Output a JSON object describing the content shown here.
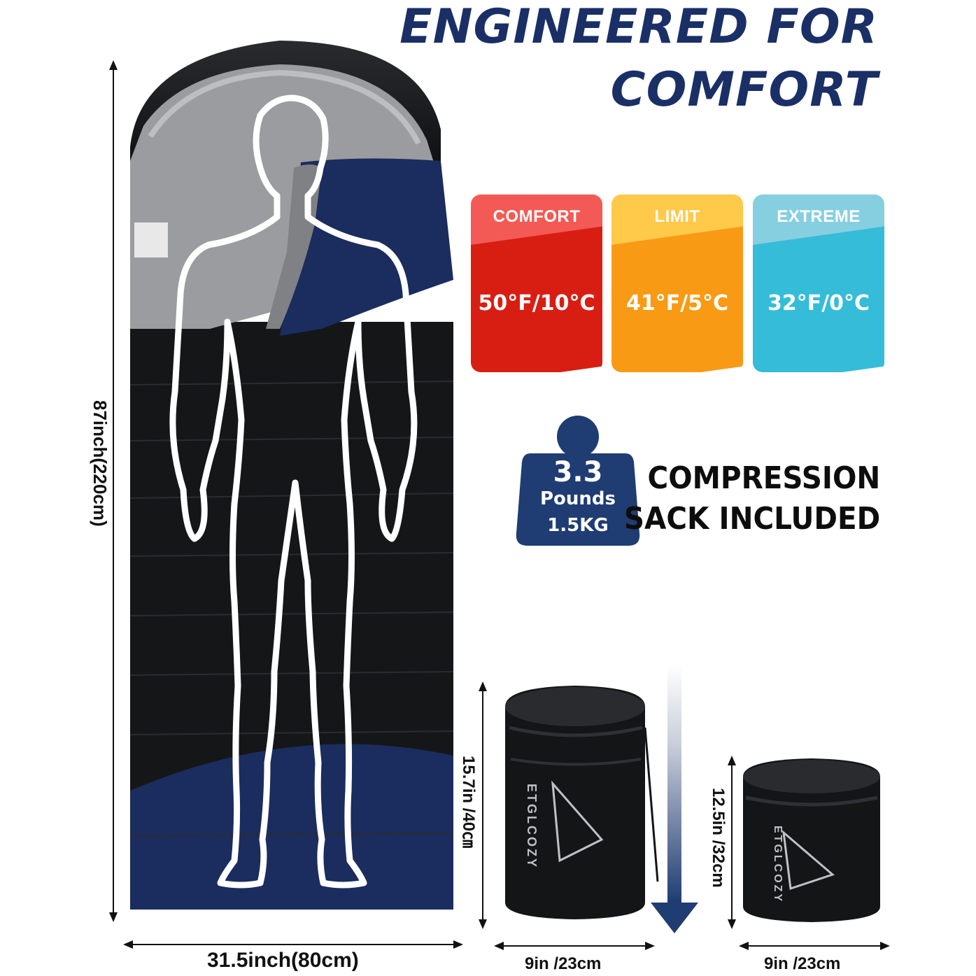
{
  "headline": {
    "line1": "ENGINEERED FOR",
    "line2": "COMFORT"
  },
  "temperatures": [
    {
      "label": "COMFORT",
      "value": "50°F/10°C",
      "top_color": "#f45a55",
      "bottom_color": "#d81e13"
    },
    {
      "label": "LIMIT",
      "value": "41°F/5°C",
      "top_color": "#ffc94a",
      "bottom_color": "#f99a14"
    },
    {
      "label": "EXTREME",
      "value": "32°F/0°C",
      "top_color": "#86cfe0",
      "bottom_color": "#35bcd8"
    }
  ],
  "weight": {
    "value": "3.3",
    "unit": "Pounds",
    "metric": "1.5KG",
    "color": "#1f3c73"
  },
  "compression": {
    "line1": "COMPRESSION",
    "line2": "SACK INCLUDED"
  },
  "dimensions": {
    "bag_length": "87inch(220cm)",
    "bag_width": "31.5inch(80cm)",
    "sack_large_height": "15.7in /40㎝",
    "sack_large_width": "9in /23cm",
    "sack_small_height": "12.5in /32cm",
    "sack_small_width": "9in /23cm"
  },
  "brand": "ETGLCOZY",
  "colors": {
    "navy": "#1a2f66",
    "bag_black": "#151618",
    "bag_blue": "#1b2c5e",
    "lining_gray": "#9a9c9f"
  }
}
